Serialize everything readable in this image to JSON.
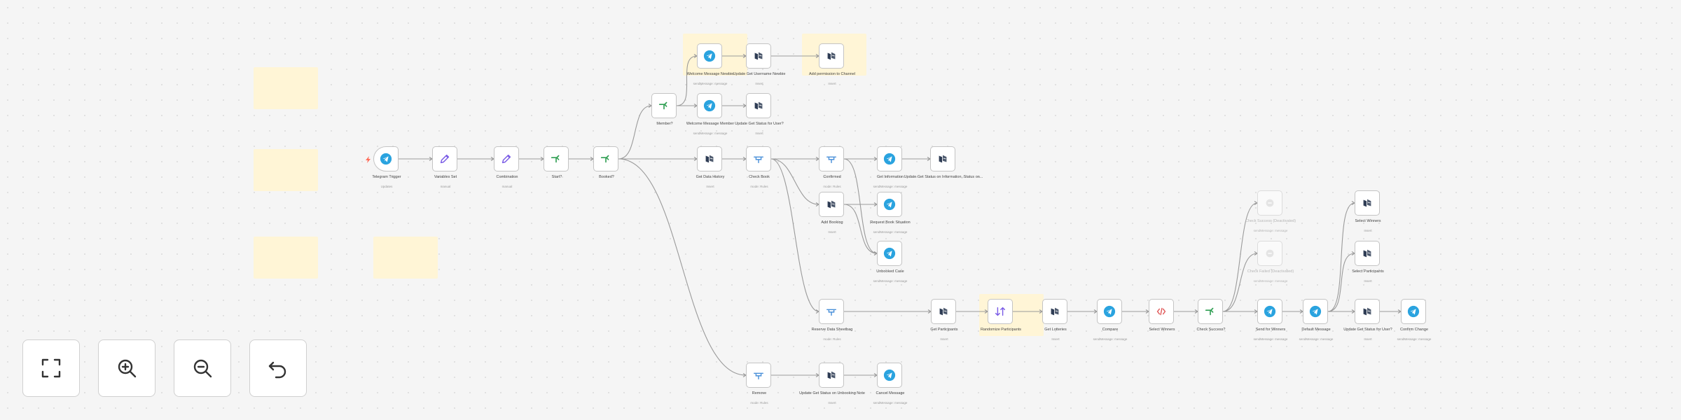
{
  "colors": {
    "canvas": "#f5f5f5",
    "sticky": "#fff5d6",
    "node_border": "#c4c4c4",
    "telegram": "#2aa3df",
    "if_green": "#2e9e52",
    "switch_blue": "#4a90d9",
    "edit_purple": "#7a5ce6",
    "sheets_dark": "#2f3d55",
    "label_text": "#444444"
  },
  "controls": [
    {
      "name": "fit-view-button",
      "icon": "fullscreen-icon"
    },
    {
      "name": "zoom-in-button",
      "icon": "zoom-in-icon"
    },
    {
      "name": "zoom-out-button",
      "icon": "zoom-out-icon"
    },
    {
      "name": "undo-button",
      "icon": "undo-icon"
    }
  ],
  "nodes": [
    {
      "id": "trigger",
      "label": "Telegram Trigger",
      "sub": "Updates",
      "icon": "telegram-icon",
      "kind": "trigger"
    },
    {
      "id": "set1",
      "label": "Variables Set",
      "sub": "manual",
      "icon": "pencil-icon"
    },
    {
      "id": "set2",
      "label": "Combination",
      "sub": "manual",
      "icon": "pencil-icon"
    },
    {
      "id": "if1",
      "label": "Start?",
      "sub": "",
      "icon": "if-icon"
    },
    {
      "id": "if2",
      "label": "Booked?",
      "sub": "",
      "icon": "if-icon"
    },
    {
      "id": "if3",
      "label": "Member?",
      "sub": "",
      "icon": "if-icon"
    },
    {
      "id": "tg_welcome_new",
      "label": "Welcome Message Newbie",
      "sub": "sendMessage: message",
      "icon": "telegram-icon"
    },
    {
      "id": "gs_update_newbie",
      "label": "Update Get Username Newbie",
      "sub": "Insert",
      "icon": "sheets-icon"
    },
    {
      "id": "gs_add_user",
      "label": "Add permission to Channel",
      "sub": "Insert",
      "icon": "sheets-icon"
    },
    {
      "id": "tg_welcome_member",
      "label": "Welcome Message Member",
      "sub": "sendMessage: message",
      "icon": "telegram-icon"
    },
    {
      "id": "gs_update_user",
      "label": "Update Get Status for User?",
      "sub": "Insert",
      "icon": "sheets-icon"
    },
    {
      "id": "gs_get_history",
      "label": "Get Data History",
      "sub": "Insert",
      "icon": "sheets-icon"
    },
    {
      "id": "sw_check",
      "label": "Check Book",
      "sub": "mode: Rules",
      "icon": "switch-icon"
    },
    {
      "id": "sw_confirmed",
      "label": "Confirmed",
      "sub": "mode: Rules",
      "icon": "switch-icon"
    },
    {
      "id": "tg_info",
      "label": "Get Information",
      "sub": "sendMessage: message",
      "icon": "telegram-icon"
    },
    {
      "id": "gs_update_booking",
      "label": "Update Get Status on Information, Status on...",
      "sub": "",
      "icon": "sheets-icon"
    },
    {
      "id": "gs_add_booking",
      "label": "Add Booking",
      "sub": "Insert",
      "icon": "sheets-icon"
    },
    {
      "id": "tg_request",
      "label": "Request Book Situation",
      "sub": "sendMessage: message",
      "icon": "telegram-icon"
    },
    {
      "id": "tg_unbooked",
      "label": "Unbooked Case",
      "sub": "sendMessage: message",
      "icon": "telegram-icon"
    },
    {
      "id": "sw_select",
      "label": "Reserve Data Sheetbag",
      "sub": "mode: Rules",
      "icon": "switch-icon"
    },
    {
      "id": "gs_get_participants",
      "label": "Get Participants",
      "sub": "Insert",
      "icon": "sheets-icon"
    },
    {
      "id": "sort_random",
      "label": "Randomize Participants",
      "sub": "",
      "icon": "sort-icon"
    },
    {
      "id": "gs_get_lottery",
      "label": "Get Lotteries",
      "sub": "Insert",
      "icon": "sheets-icon"
    },
    {
      "id": "tg_compare",
      "label": "Compare",
      "sub": "sendMessage: message",
      "icon": "telegram-icon"
    },
    {
      "id": "code_winners",
      "label": "Select Winners",
      "sub": "",
      "icon": "code-icon"
    },
    {
      "id": "if_success",
      "label": "Check Success?",
      "sub": "",
      "icon": "if-icon"
    },
    {
      "id": "nop_success",
      "label": "Check Success (Deactivated)",
      "sub": "sendMessage: message",
      "icon": "dot-icon",
      "kind": "disabled"
    },
    {
      "id": "nop_failed",
      "label": "Check Failed (Deactivated)",
      "sub": "sendMessage: message",
      "icon": "dot-icon",
      "kind": "disabled"
    },
    {
      "id": "tg_win_remind",
      "label": "Send for Winners",
      "sub": "sendMessage: message",
      "icon": "telegram-icon"
    },
    {
      "id": "tg_default",
      "label": "Default Message",
      "sub": "sendMessage: message",
      "icon": "telegram-icon"
    },
    {
      "id": "gs_update_winner",
      "label": "Update Get Status for User?",
      "sub": "Insert",
      "icon": "sheets-icon"
    },
    {
      "id": "tg_confirm",
      "label": "Confirm Change",
      "sub": "sendMessage: message",
      "icon": "telegram-icon"
    },
    {
      "id": "gs_select_winners",
      "label": "Select Winners",
      "sub": "Insert",
      "icon": "sheets-icon"
    },
    {
      "id": "gs_select_participants",
      "label": "Select Participants",
      "sub": "Insert",
      "icon": "sheets-icon"
    },
    {
      "id": "sw_remove",
      "label": "Remove",
      "sub": "mode: Rules",
      "icon": "switch-icon"
    },
    {
      "id": "gs_remove_update",
      "label": "Update Get Status on Unbooking Note",
      "sub": "Insert",
      "icon": "sheets-icon"
    },
    {
      "id": "tg_cancel",
      "label": "Cancel Message",
      "sub": "sendMessage: message",
      "icon": "telegram-icon"
    }
  ],
  "edges": [
    [
      "trigger",
      "set1"
    ],
    [
      "set1",
      "set2"
    ],
    [
      "set2",
      "if1"
    ],
    [
      "if1",
      "if2"
    ],
    [
      "if2",
      "if3"
    ],
    [
      "if3",
      "tg_welcome_new"
    ],
    [
      "if3",
      "tg_welcome_member"
    ],
    [
      "tg_welcome_new",
      "gs_update_newbie"
    ],
    [
      "gs_update_newbie",
      "gs_add_user"
    ],
    [
      "tg_welcome_member",
      "gs_update_user"
    ],
    [
      "if2",
      "gs_get_history"
    ],
    [
      "gs_get_history",
      "sw_check"
    ],
    [
      "sw_check",
      "sw_confirmed"
    ],
    [
      "sw_confirmed",
      "tg_info"
    ],
    [
      "tg_info",
      "gs_update_booking"
    ],
    [
      "sw_check",
      "gs_add_booking"
    ],
    [
      "gs_add_booking",
      "tg_request"
    ],
    [
      "sw_confirmed",
      "tg_unbooked"
    ],
    [
      "gs_add_booking",
      "tg_unbooked"
    ],
    [
      "sw_check",
      "sw_select"
    ],
    [
      "sw_select",
      "gs_get_participants"
    ],
    [
      "gs_get_participants",
      "sort_random"
    ],
    [
      "sort_random",
      "gs_get_lottery"
    ],
    [
      "gs_get_lottery",
      "tg_compare"
    ],
    [
      "tg_compare",
      "code_winners"
    ],
    [
      "code_winners",
      "if_success"
    ],
    [
      "if_success",
      "nop_success"
    ],
    [
      "if_success",
      "nop_failed"
    ],
    [
      "if_success",
      "tg_win_remind"
    ],
    [
      "tg_win_remind",
      "tg_default"
    ],
    [
      "tg_default",
      "gs_update_winner"
    ],
    [
      "gs_update_winner",
      "tg_confirm"
    ],
    [
      "tg_default",
      "gs_select_winners"
    ],
    [
      "tg_default",
      "gs_select_participants"
    ],
    [
      "if2",
      "sw_remove"
    ],
    [
      "sw_remove",
      "gs_remove_update"
    ],
    [
      "gs_remove_update",
      "tg_cancel"
    ]
  ]
}
